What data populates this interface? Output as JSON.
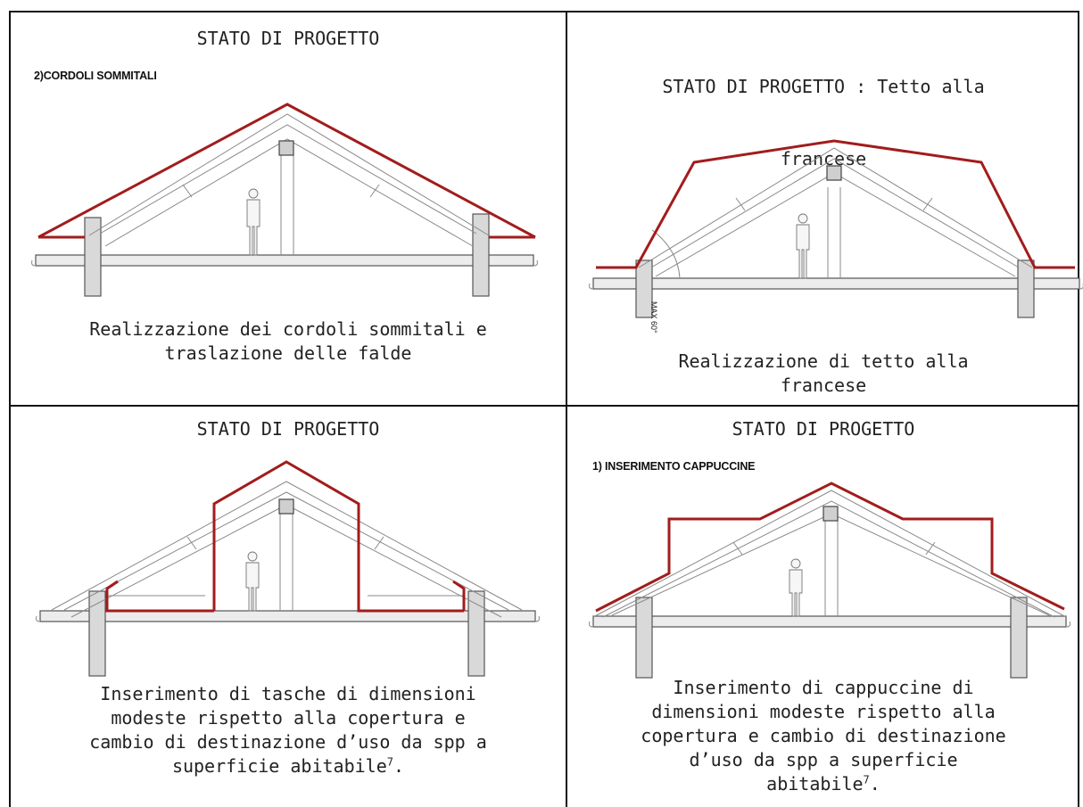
{
  "panels": [
    {
      "title": "STATO DI PROGETTO",
      "subtitle": "2)CORDOLI SOMMITALI",
      "caption_line1": "Realizzazione dei cordoli sommitali e",
      "caption_line2": "traslazione delle falde"
    },
    {
      "title_line1": "STATO DI PROGETTO : Tetto alla",
      "title_line2": "francese",
      "angle_label": "MAX 60°",
      "caption_line1": "Realizzazione di tetto alla",
      "caption_line2": "francese"
    },
    {
      "title": "STATO DI PROGETTO",
      "caption_line1": "Inserimento di tasche di dimensioni",
      "caption_line2": "modeste rispetto alla copertura e",
      "caption_line3": "cambio di destinazione d’uso da spp a",
      "caption_line4": "superficie abitabile",
      "footnote": "7",
      "caption_end": "."
    },
    {
      "title": "STATO DI PROGETTO",
      "subtitle": "1) INSERIMENTO CAPPUCCINE",
      "caption_line1": "Inserimento di cappuccine di",
      "caption_line2": "dimensioni modeste rispetto alla",
      "caption_line3": "copertura e cambio di destinazione",
      "caption_line4": "d’uso da spp a superficie",
      "caption_line5": "abitabile",
      "footnote": "7",
      "caption_end": "."
    }
  ],
  "colors": {
    "new_construction": "#a21c1c",
    "existing": "#8a8a8a",
    "border": "#111111"
  }
}
